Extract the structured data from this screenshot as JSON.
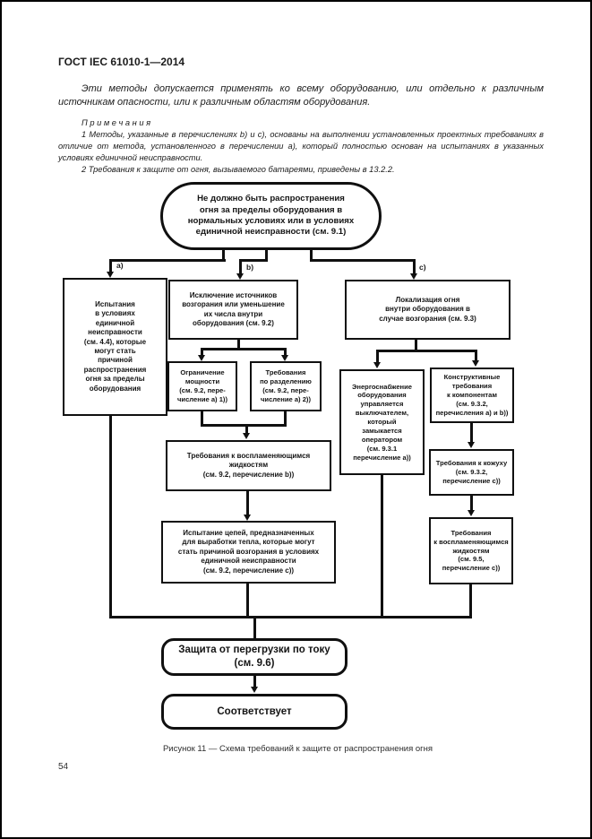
{
  "document": {
    "header": "ГОСТ IEC 61010-1—2014",
    "intro_paragraph": "Эти методы допускается применять ко всему оборудованию, или отдельно к различным источникам опасности, или к различным областям оборудования.",
    "notes": {
      "title": "П р и м е ч а н и я",
      "note_1": "1  Методы, указанные в перечислениях b) и c), основаны на выполнении установленных проектных требованиях в отличие от метода, установленного в перечислении a), который полностью основан на испытаниях в указанных условиях единичной неисправности.",
      "note_2": "2  Требования к защите от огня, вызываемого батареями, приведены в 13.2.2."
    },
    "figure_caption": "Рисунок  11 — Схема требований к защите от распространения огня",
    "page_number": "54"
  },
  "flowchart": {
    "start": "Не должно быть распространения\nогня за пределы оборудования в\nнормальных условиях или в условиях\nединичной неисправности (см. 9.1)",
    "label_a": "a)",
    "label_b": "b)",
    "label_c": "c)",
    "box_a": "Испытания\nв условиях\nединичной\nнеисправности\n(см. 4.4), которые\nмогут стать\nпричиной\nраспространения\nогня за пределы\nоборудования",
    "box_b": "Исключение источников\nвозгорания или уменьшение\nих числа внутри\nоборудования (см. 9.2)",
    "box_c": "Локализация огня\nвнутри оборудования в\nслучае возгорания (см. 9.3)",
    "box_b1": "Ограничение\nмощности\n(см. 9.2, пере-\nчисление a) 1))",
    "box_b2": "Требования\nпо разделению\n(см. 9.2, пере-\nчисление a) 2))",
    "box_b3": "Требования к воспламеняющимся\nжидкостям\n(см. 9.2, перечисление b))",
    "box_b4": "Испытание цепей, предназначенных\nдля выработки тепла, которые могут\nстать причиной возгорания в условиях\nединичной неисправности\n(см. 9.2, перечисление c))",
    "box_c1": "Энергоснабжение\nоборудования\nуправляется\nвыключателем,\nкоторый\nзамыкается\nоператором\n(см. 9.3.1\nперечисление a))",
    "box_c2": "Конструктивные\nтребования\nк компонентам\n(см. 9.3.2,\nперечисления a) и b))",
    "box_c3": "Требования к кожуху\n(см. 9.3.2,\nперечисление c))",
    "box_c4": "Требования\nк воспламеняющимся\nжидкостям\n(см. 9.5,\nперечисление c))",
    "overload_box": "Защита от перегрузки по току\n(см. 9.6)",
    "result_box": "Соответствует"
  }
}
